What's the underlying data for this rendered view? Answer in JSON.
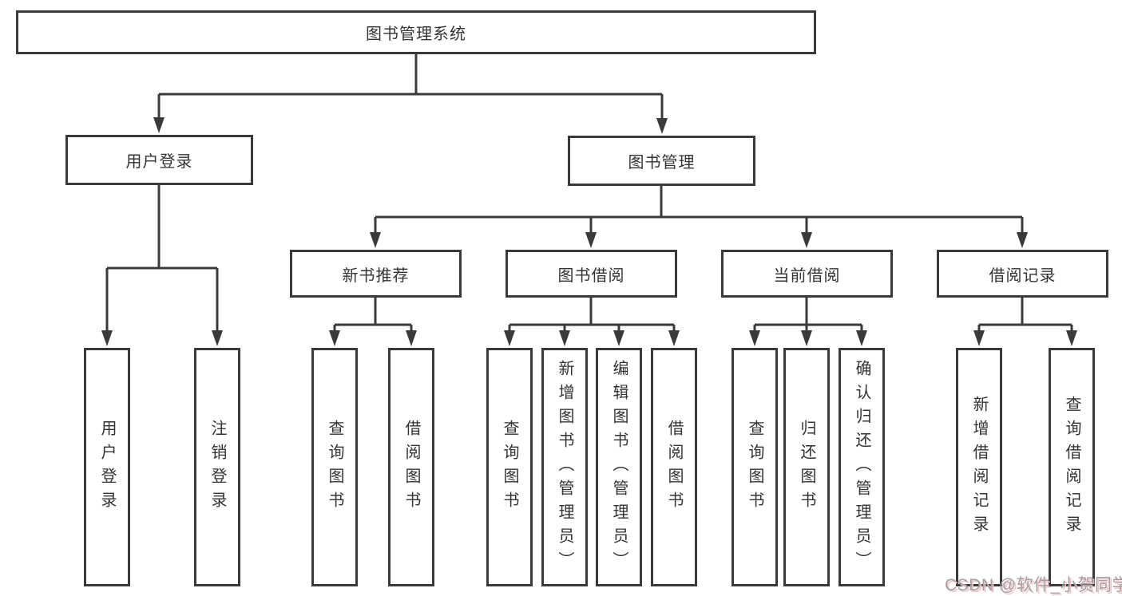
{
  "tree": {
    "root": "图书管理系统",
    "branches": [
      {
        "label": "用户登录",
        "children": [
          "用户登录",
          "注销登录"
        ]
      },
      {
        "label": "图书管理",
        "groups": [
          {
            "label": "新书推荐",
            "children": [
              "查询图书",
              "借阅图书"
            ]
          },
          {
            "label": "图书借阅",
            "children": [
              "查询图书",
              "新增图书（管理员）",
              "编辑图书（管理员）",
              "借阅图书"
            ]
          },
          {
            "label": "当前借阅",
            "children": [
              "查询图书",
              "归还图书",
              "确认归还（管理员）"
            ]
          },
          {
            "label": "借阅记录",
            "children": [
              "新增借阅记录",
              "查询借阅记录"
            ]
          }
        ]
      }
    ]
  },
  "watermark": "CSDN @软件_小贺同学",
  "colors": {
    "line": "#3a3a3a",
    "text": "#333333",
    "background": "#ffffff",
    "watermark_gray": "#a1a1a1",
    "watermark_pink": "#f7bfc7"
  }
}
